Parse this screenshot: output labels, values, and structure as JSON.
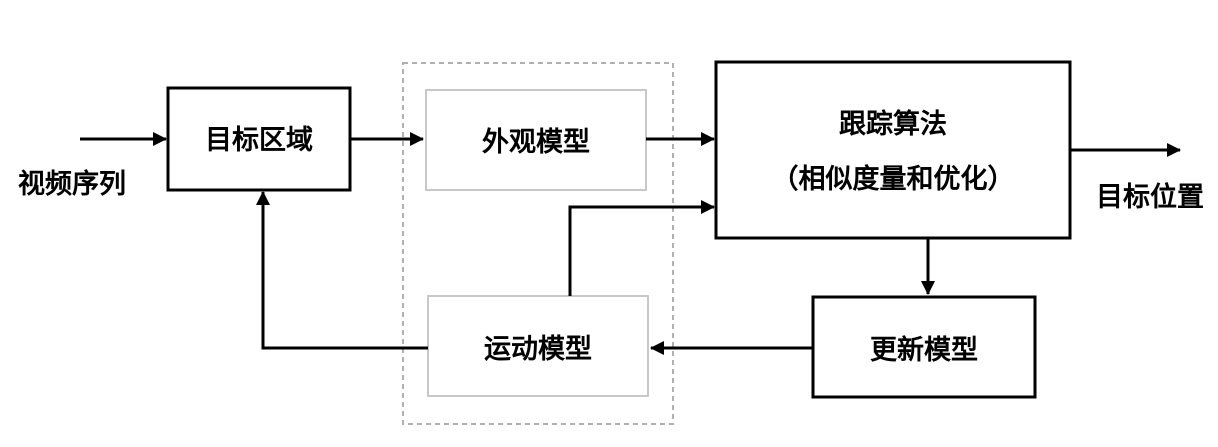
{
  "diagram": {
    "input_label": "视频序列",
    "target_region": "目标区域",
    "appearance_model": "外观模型",
    "motion_model": "运动模型",
    "tracking_algorithm": "跟踪算法",
    "tracking_algorithm_sub": "（相似度量和优化）",
    "update_model": "更新模型",
    "output_label": "目标位置"
  },
  "colors": {
    "stroke": "#000000",
    "grey_box": "#c8c8c8",
    "dashed_group": "#b0b0b0"
  }
}
